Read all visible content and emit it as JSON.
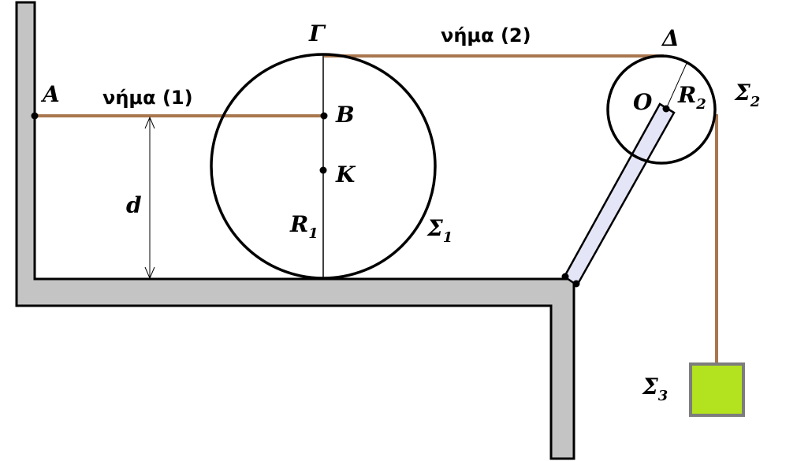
{
  "labels": {
    "A": "A",
    "B": "B",
    "K": "K",
    "Gamma": "Γ",
    "Delta": "Δ",
    "O": "O",
    "d": "d",
    "R1_main": "R",
    "R1_sub": "1",
    "R2_main": "R",
    "R2_sub": "2",
    "S1_main": "Σ",
    "S1_sub": "1",
    "S2_main": "Σ",
    "S2_sub": "2",
    "S3_main": "Σ",
    "S3_sub": "3",
    "string1": "νήμα (1)",
    "string2": "νήμα (2)"
  },
  "colors": {
    "wall_fill": "#c4c4c4",
    "string": "#a8774f",
    "rod_fill": "#e4e6f8",
    "block_fill": "#b3e21f",
    "block_stroke": "#7d7d7d"
  }
}
